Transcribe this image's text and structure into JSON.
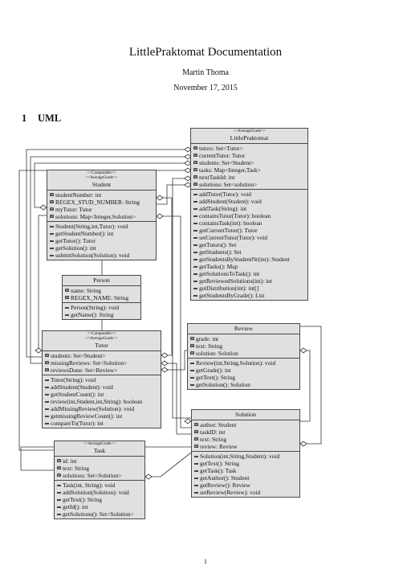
{
  "document": {
    "title": "LittlePraktomat Documentation",
    "author": "Martin Thoma",
    "date": "November 17, 2015",
    "section_number": "1",
    "section_title": "UML",
    "page_number": "1"
  },
  "diagram": {
    "classes": {
      "little_praktomat": {
        "stereotypes": [
          "<<AverageGrade>>"
        ],
        "name": "LittlePraktomat",
        "attributes": [
          "tutors: Set<Tutor>",
          "currentTutor: Tutor",
          "students: Set<Student>",
          "tasks: Map<Integer,Task>",
          "nextTaskId: int",
          "solutions: Set<solution>"
        ],
        "methods": [
          "addTutor(Tutor): void",
          "addStudent(Student): void",
          "addTask(String): int",
          "containsTutor(Tutor): boolean",
          "containsTask(int): boolean",
          "getCurrentTutor(): Tutor",
          "setCurrentTutor(Tutor): void",
          "getTutors(): Set",
          "getStudents(): Set",
          "getStudentsByStudentNr(int): Student",
          "getTasks(): Map",
          "getSolutionsToTask(): int",
          "getReviewedSolutions(int): int",
          "getDistribution(int): int[]",
          "getStudentsByGrade(): List"
        ]
      },
      "student": {
        "stereotypes": [
          "<<Comparable>>",
          "<<AverageGrade>>"
        ],
        "name": "Student",
        "attributes": [
          "studentNumber: int",
          "REGEX_STUD_NUMBER: String",
          "myTutor: Tutor",
          "solutions: Map<Integer,Solution>"
        ],
        "methods": [
          "Student(String,int,Tutor): void",
          "getStudentNumber(): int",
          "getTutor(): Tutor",
          "getSolution(): int",
          "submitSolution(Solution): void"
        ]
      },
      "person": {
        "stereotypes": [],
        "name": "Person",
        "attributes": [
          "name: String",
          "REGEX_NAME: String"
        ],
        "methods": [
          "Person(String): void",
          "getName(): String"
        ]
      },
      "tutor": {
        "stereotypes": [
          "<<Comparable>>",
          "<<AverageGrade>>"
        ],
        "name": "Tutor",
        "attributes": [
          "students: Set<Student>",
          "missingReviews: Set<Solution>",
          "reviewsDone: Set<Review>"
        ],
        "methods": [
          "Tutor(String): void",
          "addStudent(Student): void",
          "getStudentCount(): int",
          "review(int,Student,int,String): boolean",
          "addMissingReview(Solution): void",
          "getmissingReviewCount(): int",
          "compareTo(Tutor): int"
        ]
      },
      "review": {
        "stereotypes": [],
        "name": "Review",
        "attributes": [
          "grade: int",
          "text: String",
          "solution: Solution"
        ],
        "methods": [
          "Review(int,String,Solution): void",
          "getGrade(): int",
          "getText(): String",
          "getSolution(): Solution"
        ]
      },
      "solution": {
        "stereotypes": [],
        "name": "Solution",
        "attributes": [
          "author: Student",
          "taskID: int",
          "text: String",
          "review: Review"
        ],
        "methods": [
          "Solution(int,String,Student): void",
          "getText(): String",
          "getTask(): Task",
          "getAuthor(): Student",
          "getReview(): Review",
          "setReview(Review): void"
        ]
      },
      "task": {
        "stereotypes": [
          "<<AverageGrade>>"
        ],
        "name": "Task",
        "attributes": [
          "id: int",
          "text: String",
          "solutions: Set<Solution>"
        ],
        "methods": [
          "Task(int, String): void",
          "addSolution(Solution): void",
          "getText(): String",
          "getId(): int",
          "getSolutions(): Set<Solution>"
        ]
      }
    }
  }
}
